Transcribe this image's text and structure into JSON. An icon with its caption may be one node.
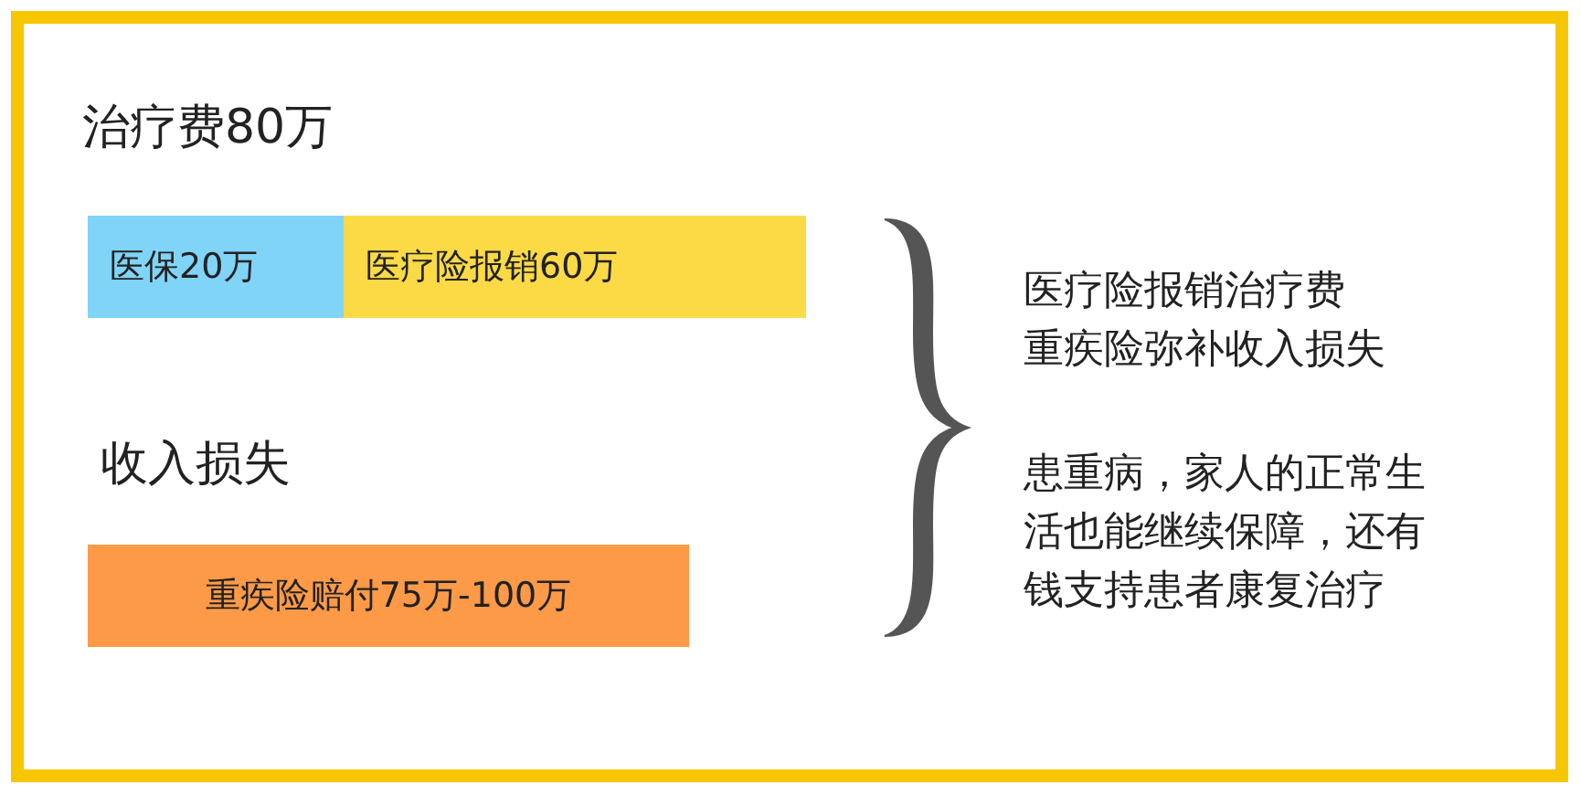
{
  "diagram": {
    "nodes": [
      {
        "text": [
          "医保20万"
        ]
      },
      {
        "text": [
          "医疗险报销60万"
        ]
      },
      {
        "text": [
          "重疾险赔付75万-100万"
        ]
      }
    ],
    "edges": [],
    "labels": [
      "治疗费80万",
      "收入损失",
      "医疗险报销治疗费",
      "重疾险弥补收入损失",
      "患重病，家人的正常生活也能继续保障，还有钱支持患者康复治疗"
    ]
  }
}
